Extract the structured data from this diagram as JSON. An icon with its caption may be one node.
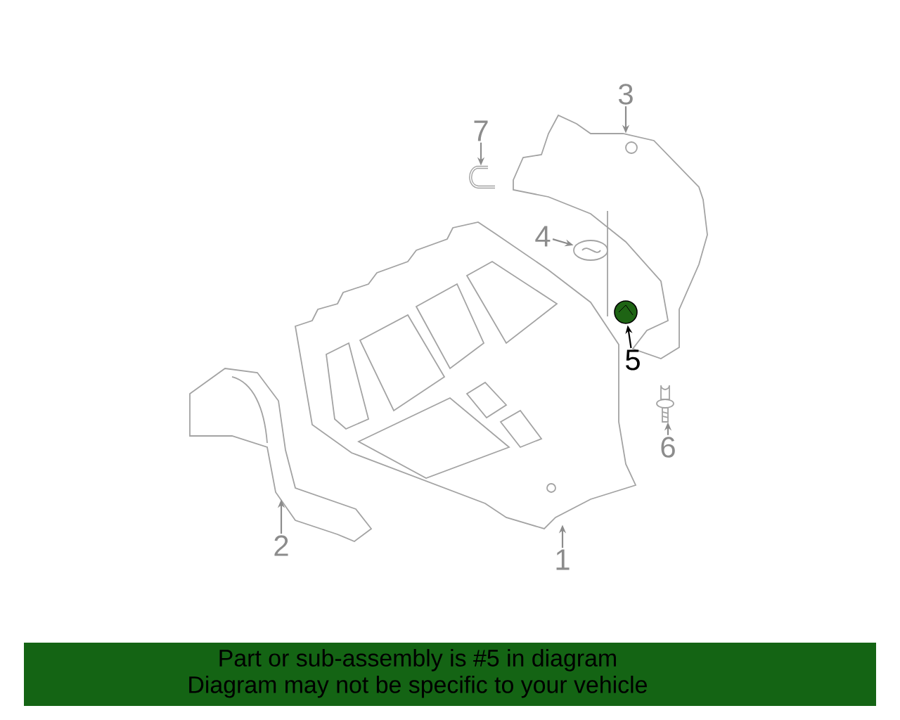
{
  "diagram": {
    "nodes": [
      {
        "text": [
          "1"
        ]
      },
      {
        "text": [
          "2"
        ]
      },
      {
        "text": [
          "3"
        ]
      },
      {
        "text": [
          "4"
        ]
      },
      {
        "text": [
          "5"
        ]
      },
      {
        "text": [
          "6"
        ]
      },
      {
        "text": [
          "7"
        ]
      },
      {
        "text": [],
        "shape": "picture"
      },
      {
        "text": [],
        "shape": "picture"
      },
      {
        "text": [],
        "shape": "picture"
      },
      {
        "text": [],
        "shape": "picture"
      },
      {
        "text": [],
        "shape": "picture"
      },
      {
        "text": [],
        "shape": "picture"
      },
      {
        "text": [],
        "shape": "picture"
      },
      {
        "text": [
          "Part or sub-assembly is #5 in diagram",
          "Diagram may not be specific to your vehicle"
        ]
      }
    ],
    "edges": [
      {
        "from": 0,
        "to": 7,
        "arrow": "to"
      },
      {
        "from": 1,
        "to": 8,
        "arrow": "to"
      },
      {
        "from": 2,
        "to": 9,
        "arrow": "to"
      },
      {
        "from": 3,
        "to": 10,
        "arrow": "to"
      },
      {
        "from": 4,
        "to": 11,
        "arrow": "to",
        "color": "#000000"
      },
      {
        "from": 5,
        "to": 12,
        "arrow": "to"
      },
      {
        "from": 6,
        "to": 13,
        "arrow": "to"
      }
    ]
  }
}
